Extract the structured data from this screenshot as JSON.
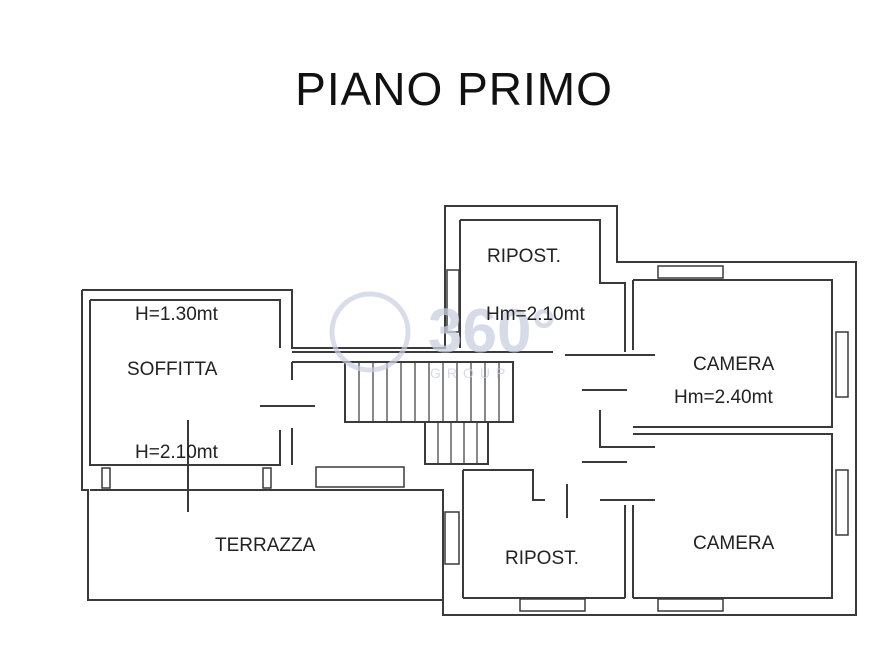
{
  "title": "PIANO PRIMO",
  "watermark": {
    "brand": "360°",
    "subtitle": "GROUP"
  },
  "rooms": {
    "soffitta": {
      "name": "SOFFITTA",
      "height_top": "H=1.30mt",
      "height_bottom": "H=2.10mt"
    },
    "terrazza": {
      "name": "TERRAZZA"
    },
    "ripost_top": {
      "name": "RIPOST.",
      "height": "Hm=2.10mt"
    },
    "camera_top": {
      "name": "CAMERA",
      "height": "Hm=2.40mt"
    },
    "camera_bottom": {
      "name": "CAMERA"
    },
    "ripost_bottom": {
      "name": "RIPOST."
    }
  },
  "colors": {
    "wall": "#3a3a3a",
    "text": "#222222",
    "watermark": "#c9cfe0"
  }
}
